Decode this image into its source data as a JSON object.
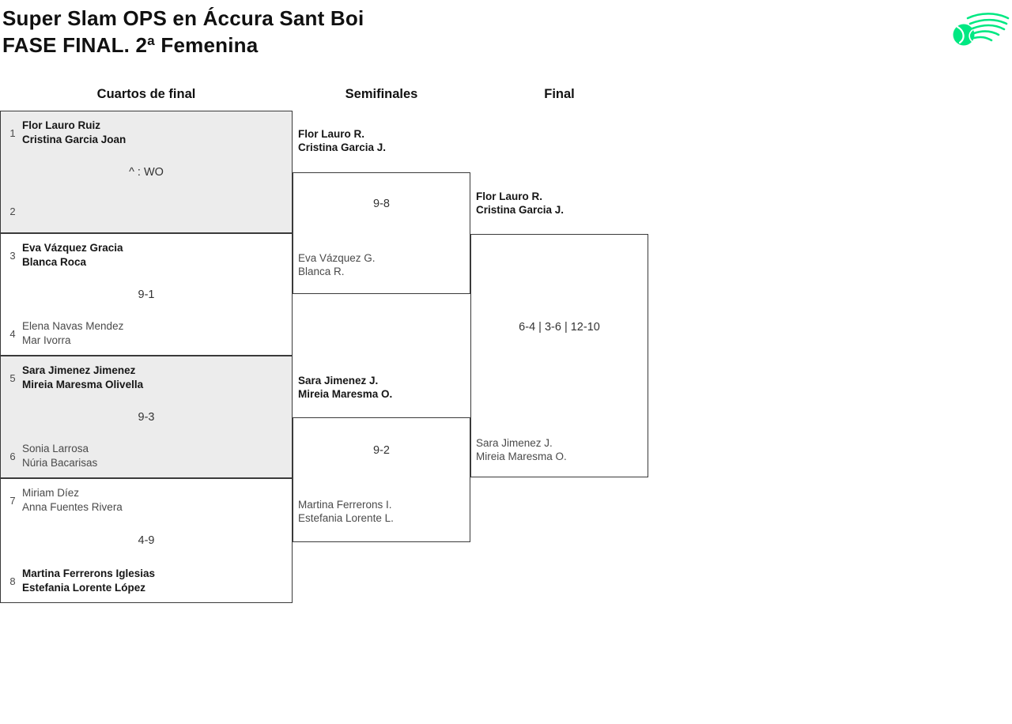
{
  "header": {
    "title_line1": "Super Slam OPS en Áccura Sant Boi",
    "title_line2": "FASE FINAL. 2ª Femenina"
  },
  "logo": {
    "icon": "flying-padel-ball-logo",
    "color": "#00E882"
  },
  "colors": {
    "accent_green": "#00E882",
    "match_alt_bg": "#ECECEC",
    "line": "#3A3A3A",
    "winner_text": "#161616",
    "loser_text": "#4A4A4A"
  },
  "bracket": {
    "rounds": [
      "Cuartos de final",
      "Semifinales",
      "Final"
    ],
    "quarterfinals": [
      {
        "top": {
          "seed": "1",
          "players": [
            "Flor Lauro Ruiz",
            "Cristina Garcia Joan"
          ],
          "winner": true
        },
        "score": "^ : WO",
        "bottom": {
          "seed": "2",
          "players": [
            "",
            ""
          ],
          "winner": false
        }
      },
      {
        "top": {
          "seed": "3",
          "players": [
            "Eva Vázquez Gracia",
            "Blanca Roca"
          ],
          "winner": true
        },
        "score": "9-1",
        "bottom": {
          "seed": "4",
          "players": [
            "Elena Navas Mendez",
            "Mar Ivorra"
          ],
          "winner": false
        }
      },
      {
        "top": {
          "seed": "5",
          "players": [
            "Sara Jimenez Jimenez",
            "Mireia Maresma Olivella"
          ],
          "winner": true
        },
        "score": "9-3",
        "bottom": {
          "seed": "6",
          "players": [
            "Sonia Larrosa",
            "Núria Bacarisas"
          ],
          "winner": false
        }
      },
      {
        "top": {
          "seed": "7",
          "players": [
            "Miriam Díez",
            "Anna Fuentes Rivera"
          ],
          "winner": false
        },
        "score": "4-9",
        "bottom": {
          "seed": "8",
          "players": [
            "Martina Ferrerons Iglesias",
            "Estefania Lorente López"
          ],
          "winner": true
        }
      }
    ],
    "semifinals": [
      {
        "top": {
          "players": [
            "Flor Lauro R.",
            "Cristina Garcia J."
          ],
          "winner": true
        },
        "score": "9-8",
        "bottom": {
          "players": [
            "Eva Vázquez G.",
            "Blanca R."
          ],
          "winner": false
        }
      },
      {
        "top": {
          "players": [
            "Sara Jimenez J.",
            "Mireia Maresma O."
          ],
          "winner": true
        },
        "score": "9-2",
        "bottom": {
          "players": [
            "Martina Ferrerons I.",
            "Estefania Lorente L."
          ],
          "winner": false
        }
      }
    ],
    "final": {
      "top": {
        "players": [
          "Flor Lauro R.",
          "Cristina Garcia J."
        ],
        "winner": true
      },
      "score": "6-4 | 3-6 | 12-10",
      "bottom": {
        "players": [
          "Sara Jimenez J.",
          "Mireia Maresma O."
        ],
        "winner": false
      }
    }
  }
}
